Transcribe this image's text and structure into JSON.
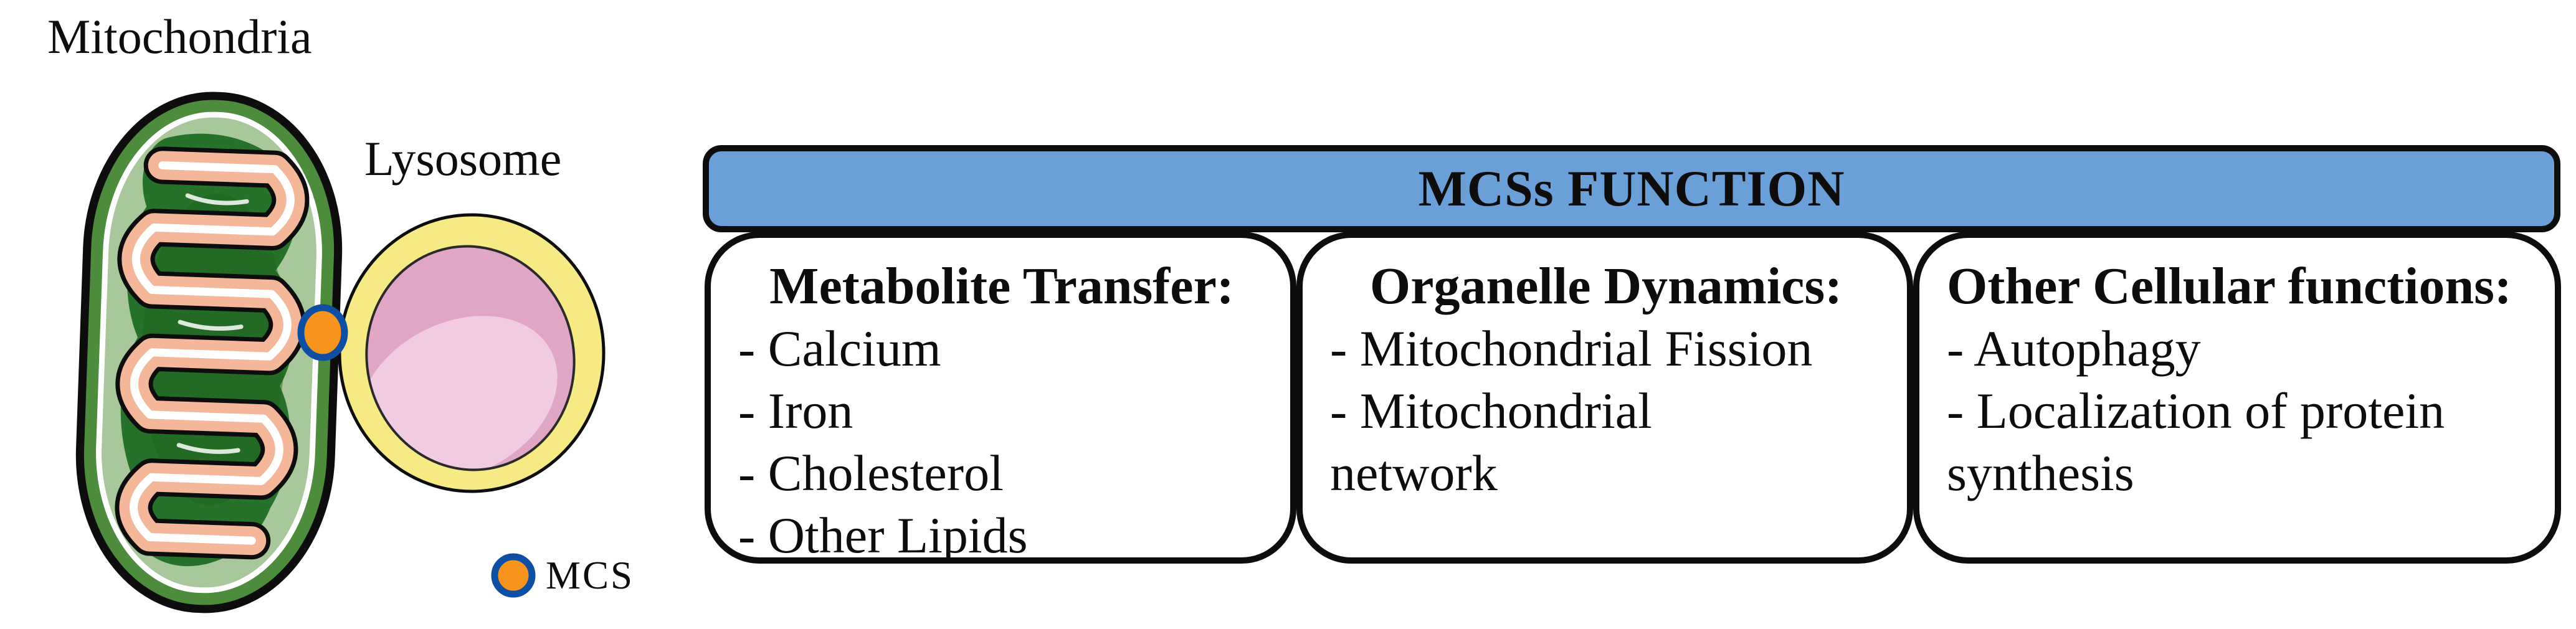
{
  "figure": {
    "mitochondria_label": "Mitochondria",
    "lysosome_label": "Lysosome",
    "mcs_legend_label": "MCS"
  },
  "panel": {
    "header": "MCSs FUNCTION",
    "boxes": [
      {
        "title": "Metabolite Transfer:",
        "items": [
          "- Calcium",
          "- Iron",
          "- Cholesterol",
          "- Other Lipids"
        ]
      },
      {
        "title": "Organelle Dynamics:",
        "items": [
          "- Mitochondrial Fission",
          "- Mitochondrial",
          "network"
        ]
      },
      {
        "title": "Other Cellular functions:",
        "items": [
          "- Autophagy",
          "- Localization of protein",
          "synthesis"
        ]
      }
    ]
  },
  "colors": {
    "header-blue": "#6A9FD8",
    "mcs-orange": "#F7941E",
    "mcs-ring-blue": "#0E4FA3",
    "mito-rim-green": "#4D8C3C",
    "mito-matrix-green": "#A8C79A",
    "mito-cristae-dark": "#27722A",
    "cristae-membrane-salmon": "#F4B79A",
    "lysosome-yellow": "#F6EA85",
    "lysosome-pink": "#E0A6C6",
    "lysosome-pink-light": "#F0CBE1",
    "outline-black": "#0D0D0D"
  }
}
